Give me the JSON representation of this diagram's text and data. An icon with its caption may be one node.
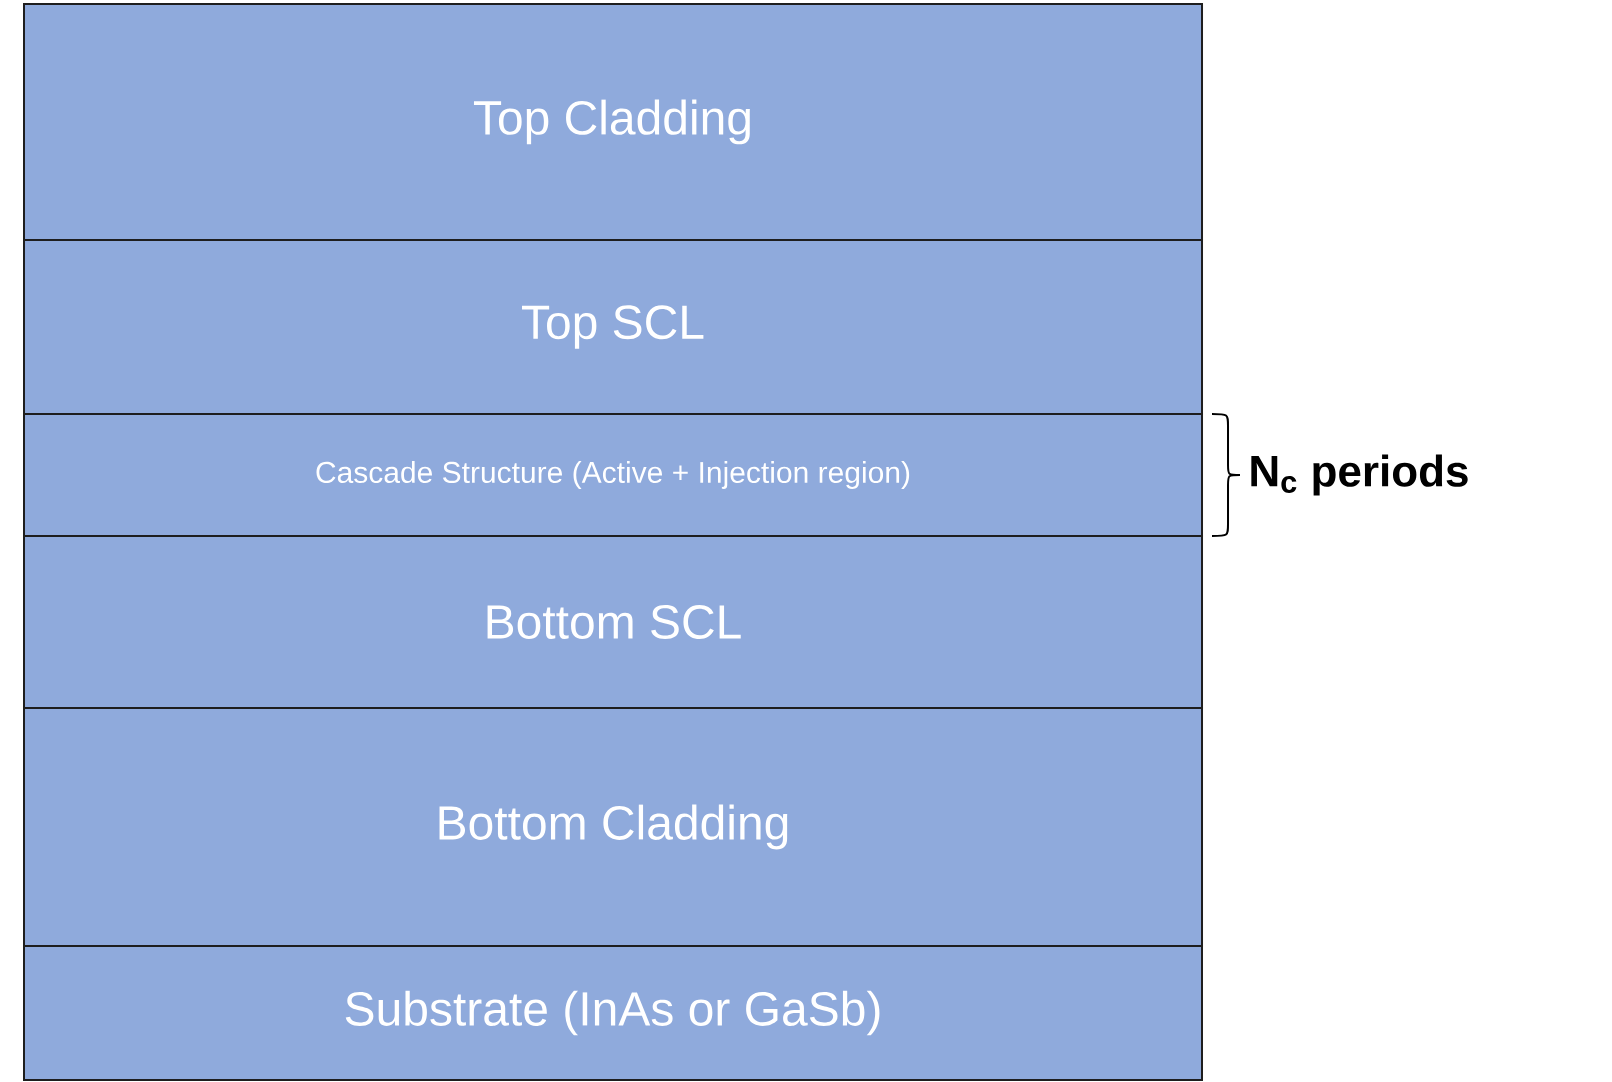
{
  "diagram": {
    "nodes": [
      {
        "text": [
          "Top Cladding"
        ]
      },
      {
        "text": [
          "Top SCL"
        ]
      },
      {
        "text": [
          "Cascade Structure (Active + Injection region)"
        ],
        "beside": [
          "N$_{c}$ periods"
        ]
      },
      {
        "text": [
          "Bottom SCL"
        ]
      },
      {
        "text": [
          "Bottom Cladding"
        ]
      },
      {
        "text": [
          "Substrate (InAs or GaSb)"
        ]
      }
    ]
  }
}
